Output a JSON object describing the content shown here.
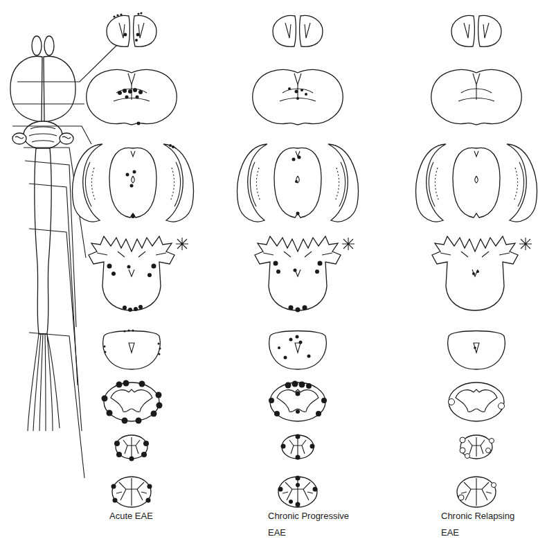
{
  "diagram": {
    "labels": [
      "Acute EAE",
      "Chronic Progressive EAE",
      "Chronic Relapsing EAE"
    ]
  }
}
